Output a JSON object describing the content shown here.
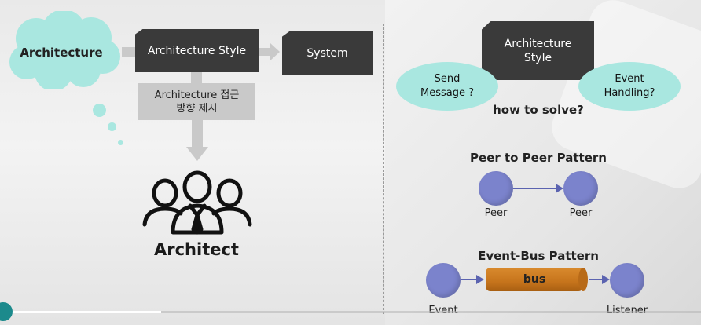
{
  "left": {
    "cloud_label": "Architecture",
    "style_box": "Architecture Style",
    "system_box": "System",
    "approach_box": "Architecture 접근\n방향 제시",
    "architect_label": "Architect"
  },
  "right": {
    "style_box": "Architecture\nStyle",
    "send_bubble": "Send\nMessage ?",
    "event_bubble": "Event\nHandling?",
    "question": "how to solve?",
    "p2p_title": "Peer to Peer Pattern",
    "peer_left": "Peer",
    "peer_right": "Peer",
    "bus_title": "Event-Bus Pattern",
    "bus_label": "bus",
    "event_label": "Event",
    "listener_label": "Listener"
  },
  "colors": {
    "bubble": "#a9e7e0",
    "dark_box": "#3a3a3a",
    "node": "#7b83cc",
    "bus": "#c6741c"
  },
  "player": {
    "progress": 0.23
  }
}
